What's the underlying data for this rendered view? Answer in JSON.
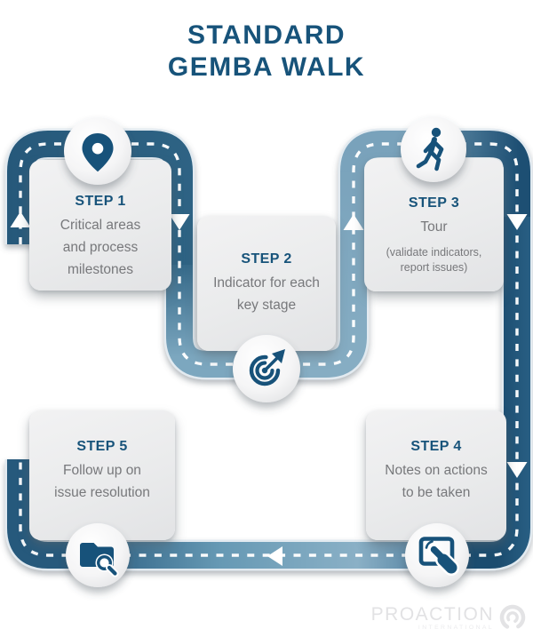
{
  "title": {
    "line1": "STANDARD",
    "line2": "GEMBA WALK"
  },
  "steps": [
    {
      "label": "STEP 1",
      "description": "Critical areas\nand process\nmilestones",
      "icon": "map-pin-icon"
    },
    {
      "label": "STEP 2",
      "description": "Indicator for each\nkey stage",
      "icon": "target-arrow-icon"
    },
    {
      "label": "STEP 3",
      "description": "Tour",
      "note": "(validate indicators,\nreport issues)",
      "icon": "walking-person-icon"
    },
    {
      "label": "STEP 4",
      "description": "Notes on actions\nto be taken",
      "icon": "tablet-touch-icon"
    },
    {
      "label": "STEP 5",
      "description": "Follow up on\nissue resolution",
      "icon": "folder-search-icon"
    }
  ],
  "footer": {
    "brand": "PROACTION",
    "brand_sub": "INTERNATIONAL"
  },
  "colors": {
    "accent": "#17537a",
    "road_dark": "#235a7d",
    "road_light": "#7fa8c0",
    "text_gray": "#77787b",
    "card_bg": "#ebecee",
    "dash": "#ffffff"
  }
}
